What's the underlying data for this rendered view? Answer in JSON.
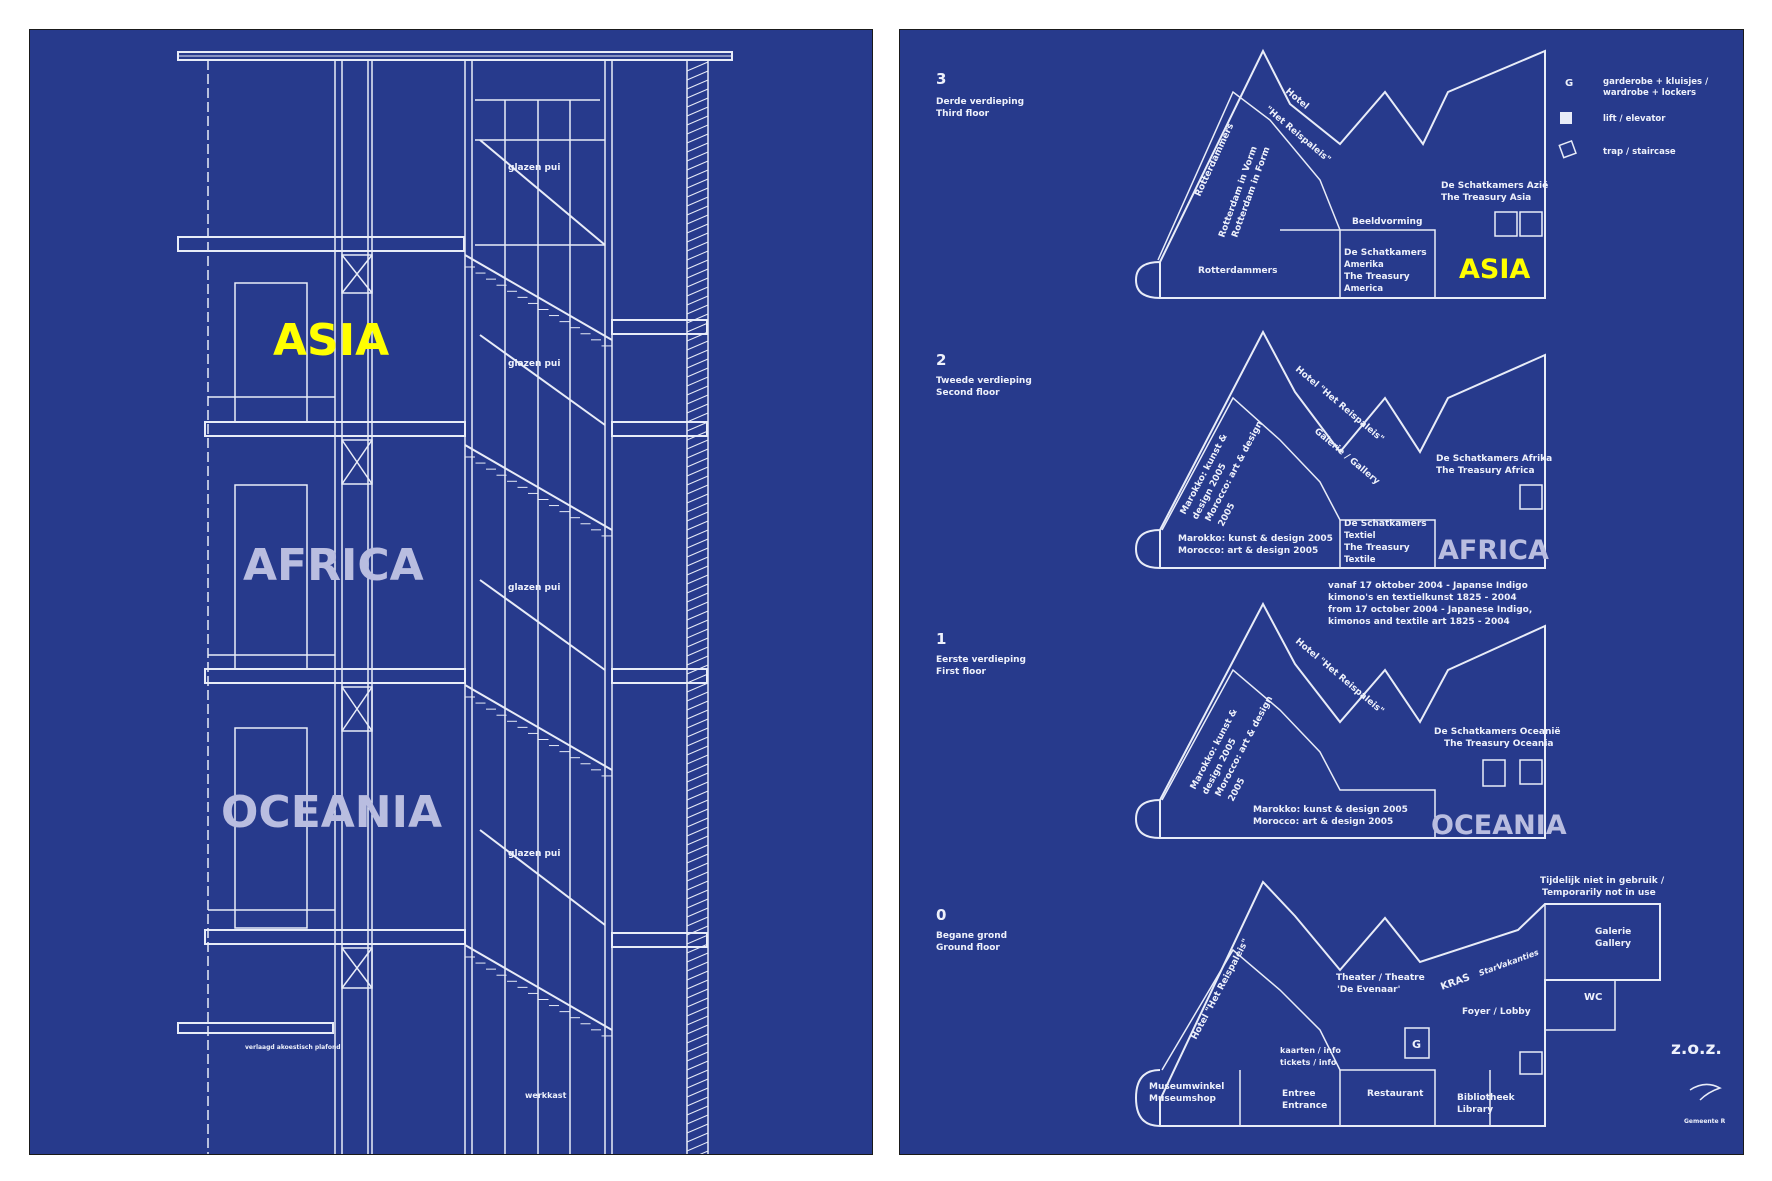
{
  "section": {
    "labels": {
      "glazen_pui": "glazen pui",
      "plafond": "verlaagd akoestisch plafond",
      "werkkast": "werkkast"
    },
    "continents": [
      "ASIA",
      "AFRICA",
      "OCEANIA"
    ],
    "colors": {
      "background": "#273a8c",
      "line": "#e8ecf8",
      "highlight": "#ffff00",
      "faint": "#b9bde0"
    }
  },
  "plans": {
    "floor3": {
      "number": "3",
      "name_nl": "Derde verdieping",
      "name_en": "Third floor",
      "hotel": "Hotel",
      "hotel2": "\"Het Reispaleis\"",
      "rotterdammers_diag": "Rotterdammers",
      "vorm1": "Rotterdam in Vorm",
      "vorm2": "Rotterdam in Form",
      "beeldvorming": "Beeldvorming",
      "rotterdammers": "Rotterdammers",
      "amerika1": "De Schatkamers",
      "amerika2": "Amerika",
      "amerika3": "The Treasury",
      "amerika4": "America",
      "asia_nl": "De Schatkamers Azië",
      "asia_en": "The Treasury Asia",
      "continent": "ASIA"
    },
    "floor2": {
      "number": "2",
      "name_nl": "Tweede verdieping",
      "name_en": "Second floor",
      "hotel": "Hotel \"Het Reispaleis\"",
      "galerie": "Galerie / Gallery",
      "marokko_diag1": "Marokko: kunst &",
      "marokko_diag2": "design 2005",
      "marokko_diag3": "Morocco: art & design",
      "marokko_diag4": "2005",
      "africa_nl": "De Schatkamers Afrika",
      "africa_en": "The Treasury Africa",
      "textiel1": "De Schatkamers",
      "textiel2": "Textiel",
      "textiel3": "The Treasury",
      "textiel4": "Textile",
      "marokko_nl": "Marokko: kunst & design 2005",
      "marokko_en": "Morocco: art & design 2005",
      "continent": "AFRICA"
    },
    "indigo": {
      "line1": "vanaf 17 oktober 2004 - Japanse Indigo",
      "line2": "kimono's en textielkunst 1825 - 2004",
      "line3": "from 17 october 2004 - Japanese Indigo,",
      "line4": "kimonos and textile art 1825 - 2004"
    },
    "floor1": {
      "number": "1",
      "name_nl": "Eerste verdieping",
      "name_en": "First floor",
      "hotel": "Hotel \"Het Reispaleis\"",
      "marokko_diag1": "Marokko: kunst &",
      "marokko_diag2": "design 2005",
      "marokko_diag3": "Morocco: art & design",
      "marokko_diag4": "2005",
      "oceania_nl": "De Schatkamers Oceanië",
      "oceania_en": "The Treasury Oceania",
      "marokko_nl": "Marokko: kunst & design 2005",
      "marokko_en": "Morocco: art & design 2005",
      "continent": "OCEANIA"
    },
    "floor0": {
      "number": "0",
      "name_nl": "Begane grond",
      "name_en": "Ground floor",
      "temp1": "Tijdelijk niet in gebruik /",
      "temp2": "Temporarily not in use",
      "galerie1": "Galerie",
      "galerie2": "Gallery",
      "hotel": "Hotel \"Het Reispaleis\"",
      "theater1": "Theater / Theatre",
      "theater2": "'De Evenaar'",
      "kras": "KRAS",
      "kras2": "StarVakanties",
      "foyer": "Foyer / Lobby",
      "wc": "WC",
      "g": "G",
      "kaarten1": "kaarten / info",
      "kaarten2": "tickets / info",
      "shop1": "Museumwinkel",
      "shop2": "Museumshop",
      "entree1": "Entree",
      "entree2": "Entrance",
      "restaurant": "Restaurant",
      "bib1": "Bibliotheek",
      "bib2": "Library"
    },
    "legend": {
      "g_symbol": "G",
      "g_text1": "garderobe + kluisjes /",
      "g_text2": "wardrobe + lockers",
      "lift": "lift / elevator",
      "trap": "trap / staircase"
    },
    "zoz": "z.o.z.",
    "gemeente": "Gemeente R"
  }
}
